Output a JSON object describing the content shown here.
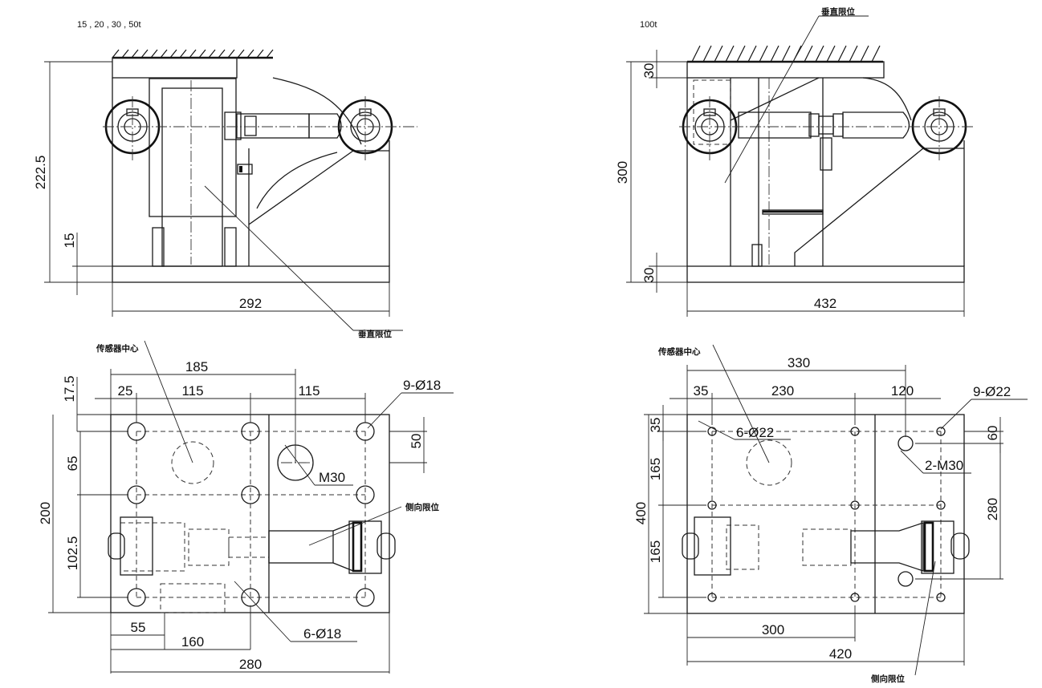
{
  "views": {
    "small_front": {
      "capacity": "15 , 20 , 30 , 50t",
      "dim_height": "222.5",
      "dim_base": "15",
      "dim_width": "292",
      "callout_vertical_limit": "垂直限位"
    },
    "large_front": {
      "capacity": "100t",
      "callout_vertical_limit": "垂直限位",
      "dim_top": "30",
      "dim_height": "300",
      "dim_base": "30",
      "dim_width": "432"
    },
    "small_plan": {
      "callout_sensor_center": "传感器中心",
      "dim_185": "185",
      "dim_17_5": "17.5",
      "dim_25": "25",
      "dim_115a": "115",
      "dim_115b": "115",
      "dim_holes": "9-Ø18",
      "dim_50": "50",
      "dim_65": "65",
      "dim_m30": "M30",
      "dim_200": "200",
      "dim_102_5": "102.5",
      "callout_side_limit": "侧向限位",
      "dim_55": "55",
      "dim_160": "160",
      "dim_6holes": "6-Ø18",
      "dim_280": "280"
    },
    "large_plan": {
      "callout_sensor_center": "传感器中心",
      "dim_330": "330",
      "dim_35a": "35",
      "dim_230": "230",
      "dim_120": "120",
      "dim_holes": "9-Ø22",
      "dim_35b": "35",
      "dim_6holes": "6-Ø22",
      "dim_60": "60",
      "dim_165a": "165",
      "dim_m30": "2-M30",
      "dim_400": "400",
      "dim_280": "280",
      "dim_165b": "165",
      "dim_300": "300",
      "dim_420": "420",
      "callout_side_limit": "侧向限位"
    }
  }
}
